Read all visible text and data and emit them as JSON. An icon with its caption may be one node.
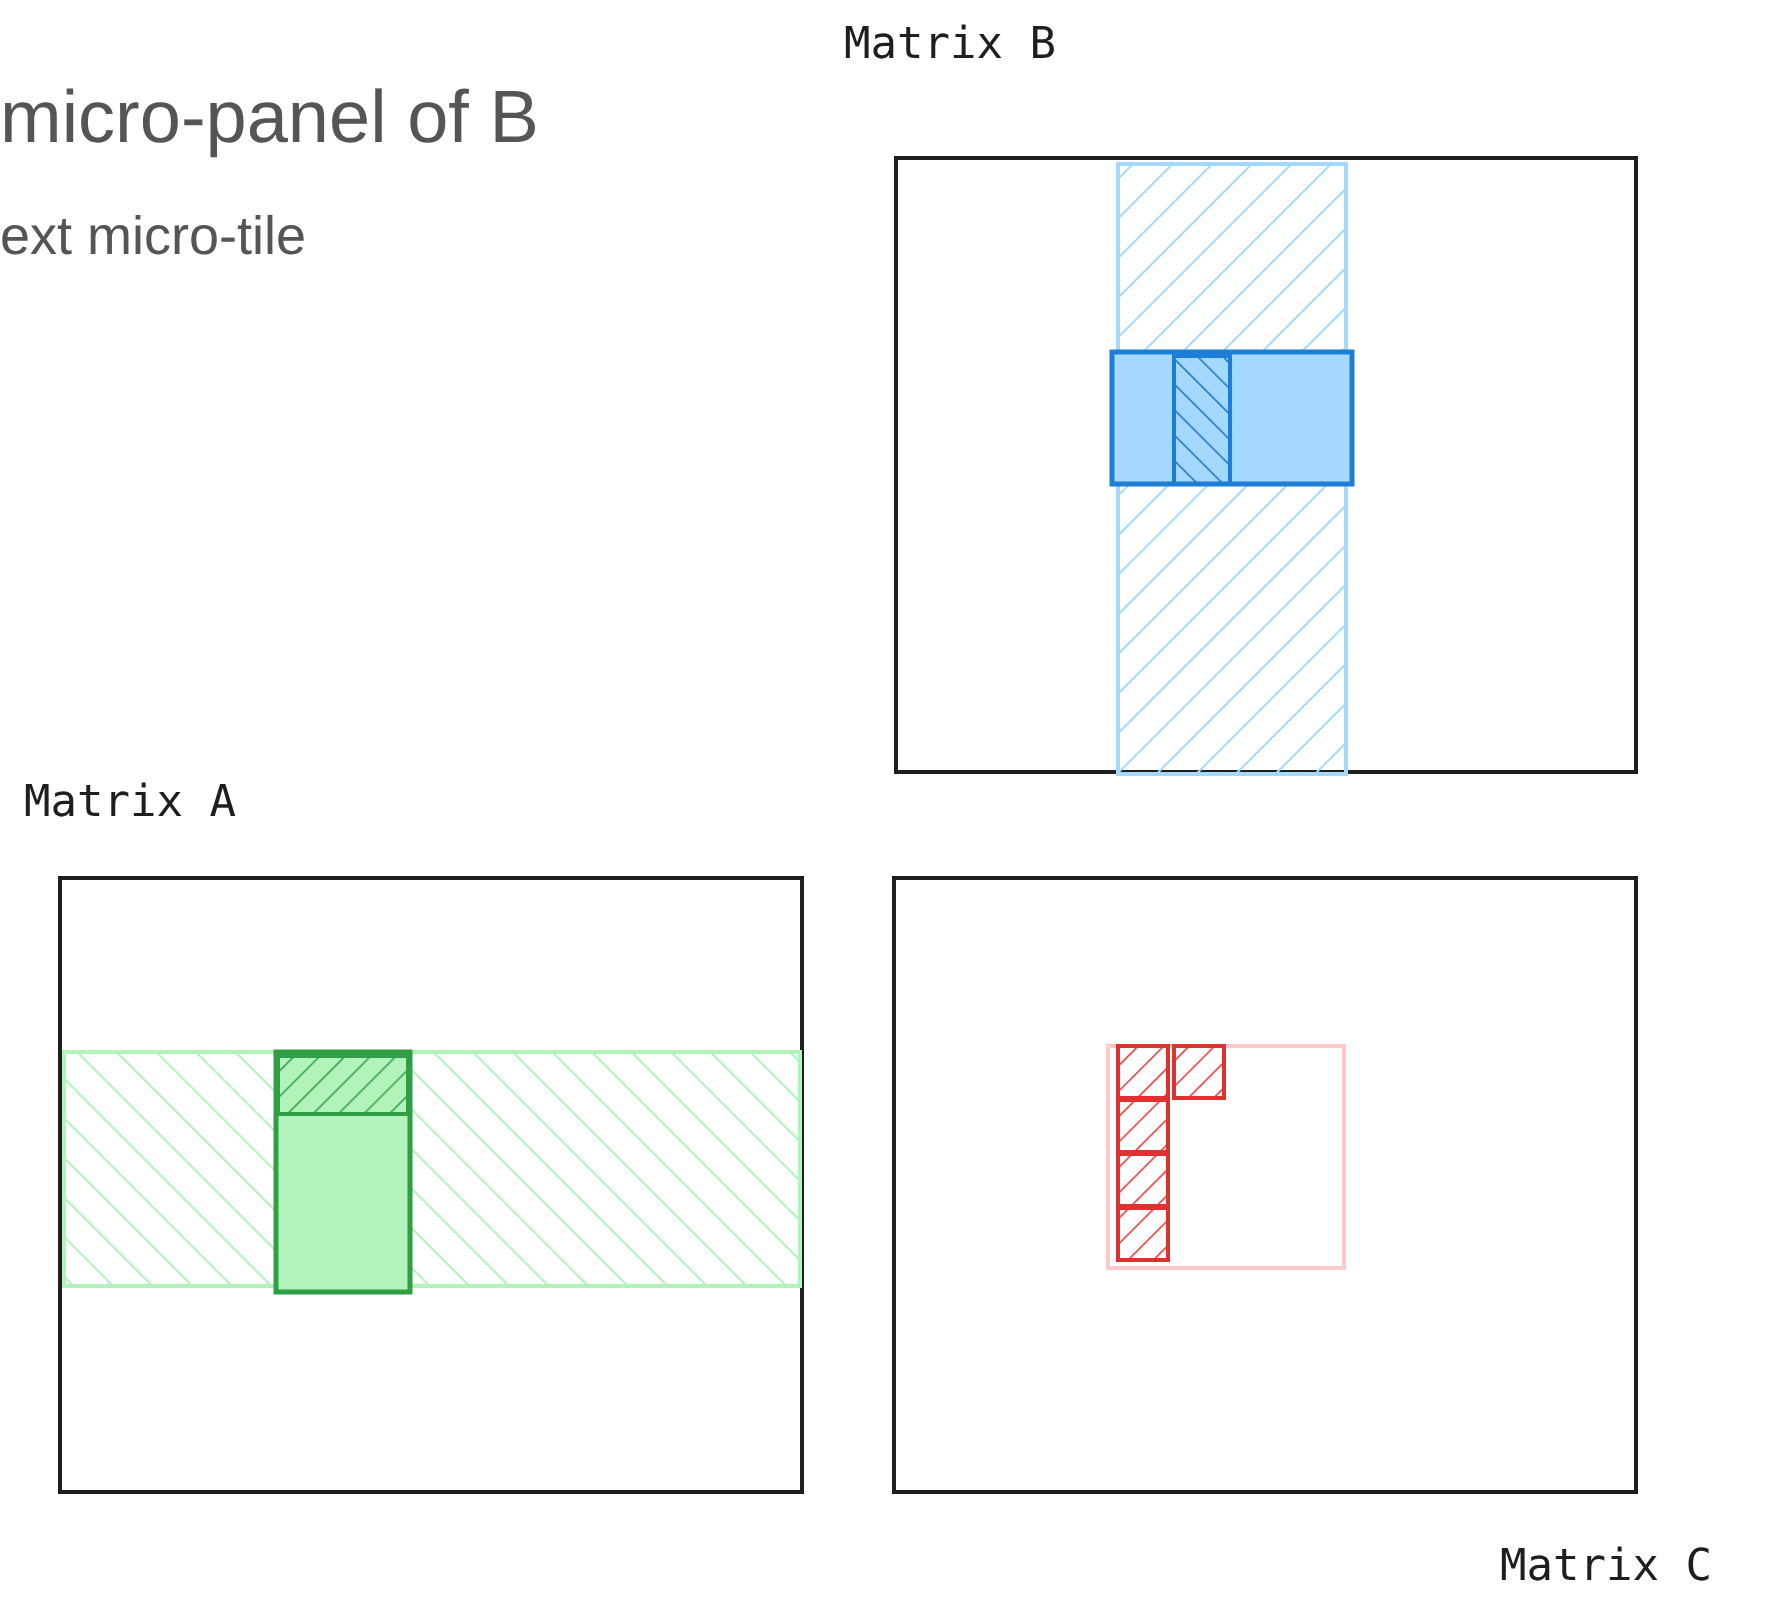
{
  "diagram": {
    "nodes": [
      {
        "text": [
          "Matrix B"
        ]
      },
      {
        "text": [
          "Matrix A"
        ]
      },
      {
        "text": [
          "Matrix C"
        ]
      }
    ],
    "labels": [
      "micro-panel of B",
      "ext micro-tile"
    ]
  }
}
